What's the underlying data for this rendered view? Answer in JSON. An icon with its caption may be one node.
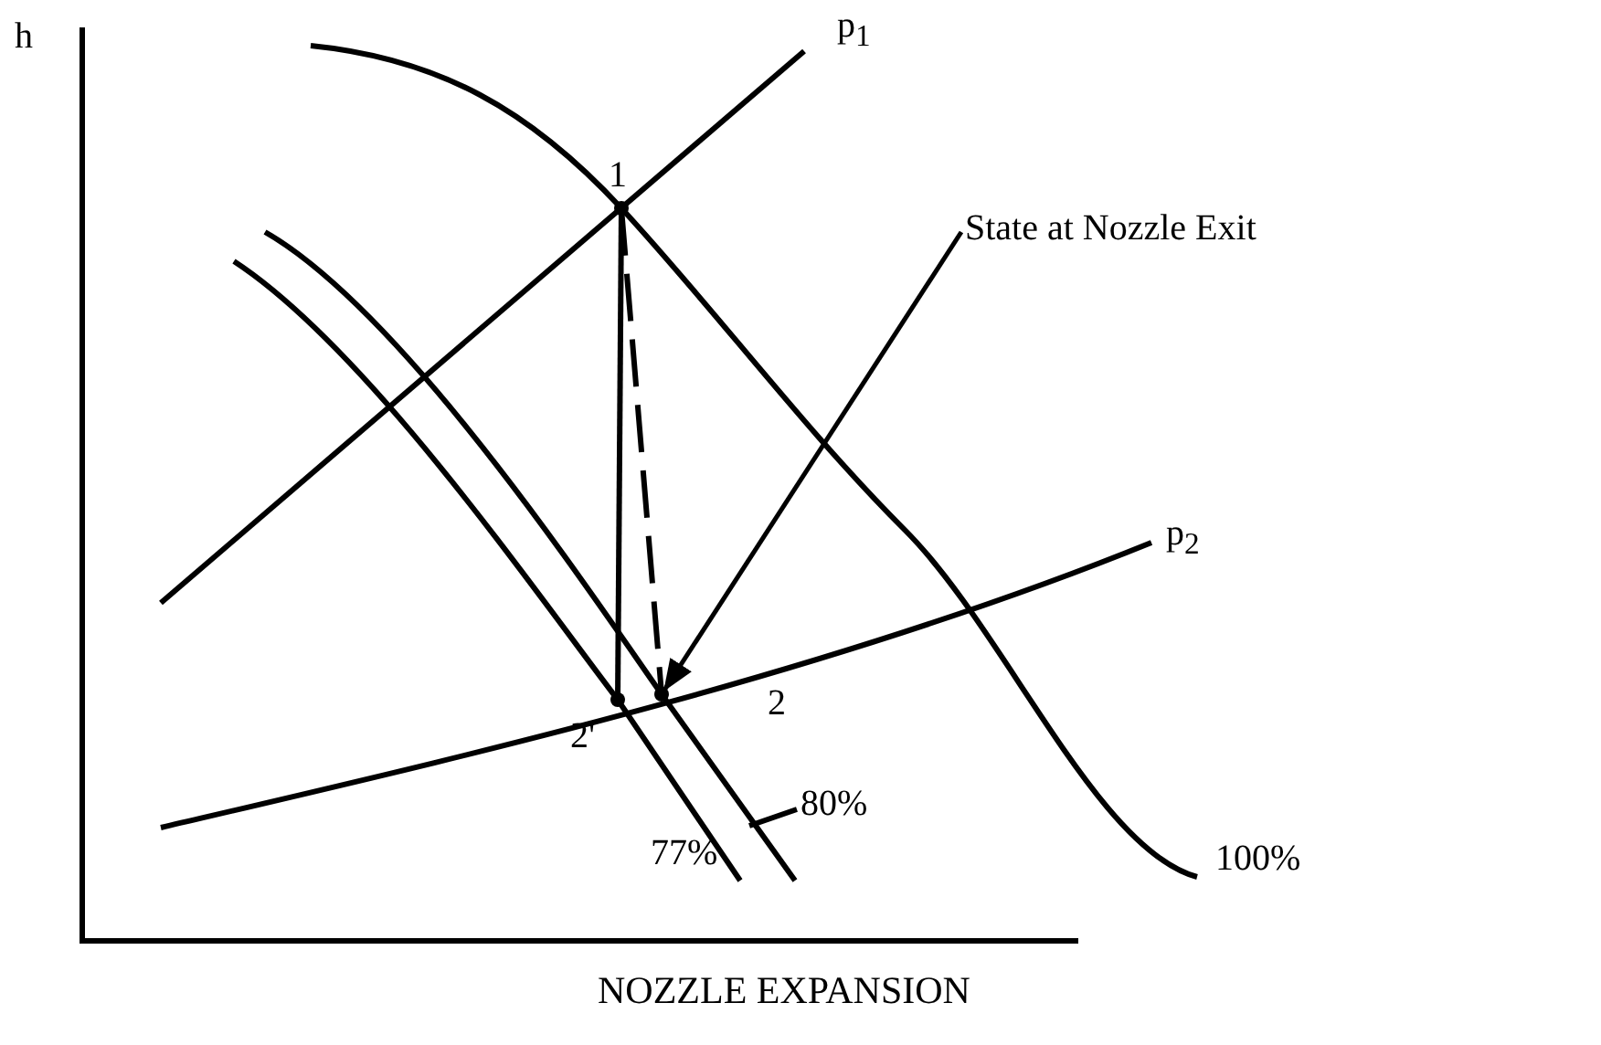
{
  "diagram": {
    "caption": "NOZZLE EXPANSION",
    "nodes": [
      {
        "text": [
          "1"
        ]
      },
      {
        "text": [
          "2'"
        ]
      },
      {
        "text": [
          "2"
        ]
      },
      {
        "text": [
          "State at Nozzle Exit"
        ]
      },
      {
        "text": [
          "80%"
        ]
      }
    ],
    "edges": [
      {
        "from": 0,
        "to": 1,
        "arrow": "none"
      },
      {
        "from": 0,
        "to": 2,
        "arrow": "none",
        "style": "dashed"
      },
      {
        "from": 3,
        "to": 2,
        "arrow": "to"
      },
      {
        "from": 4,
        "to": null,
        "arrow": "none"
      }
    ],
    "labels": [
      "h",
      "p$_{1}$",
      "p$_{2}$",
      "100%",
      "77%"
    ]
  }
}
